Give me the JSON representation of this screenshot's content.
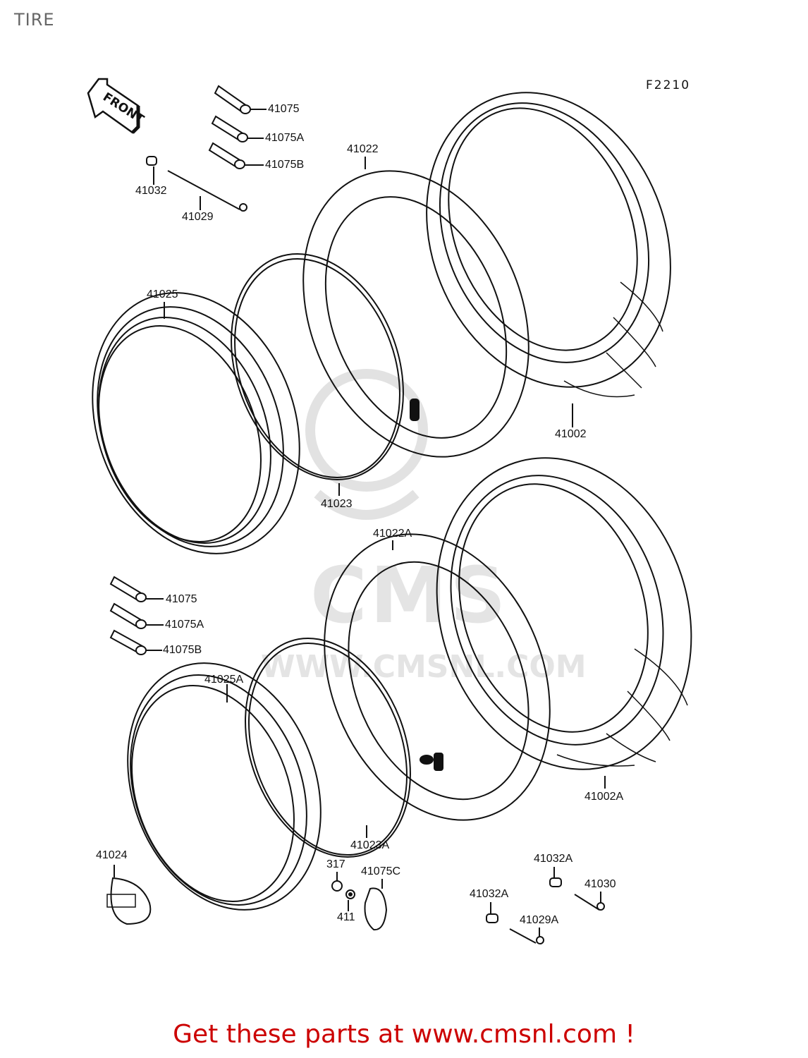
{
  "page": {
    "title": "TIRE",
    "diagram_code": "F2210",
    "front_arrow_label": "FRONT"
  },
  "watermark": {
    "big": "CMS",
    "url": "WWW.CMSNL.COM"
  },
  "parts": {
    "p41075_top": "41075",
    "p41075A_top": "41075A",
    "p41075B_top": "41075B",
    "p41032": "41032",
    "p41029": "41029",
    "p41022": "41022",
    "p41025": "41025",
    "p41023": "41023",
    "p41002": "41002",
    "p41022A": "41022A",
    "p41075_mid": "41075",
    "p41075A_mid": "41075A",
    "p41075B_mid": "41075B",
    "p41025A": "41025A",
    "p41002A": "41002A",
    "p41023A": "41023A",
    "p41024": "41024",
    "p317": "317",
    "p41075C": "41075C",
    "p411": "411",
    "p41032A_right": "41032A",
    "p41030": "41030",
    "p41032A_left": "41032A",
    "p41029A": "41029A"
  },
  "footer": {
    "text": "Get these parts at www.cmsnl.com !"
  }
}
